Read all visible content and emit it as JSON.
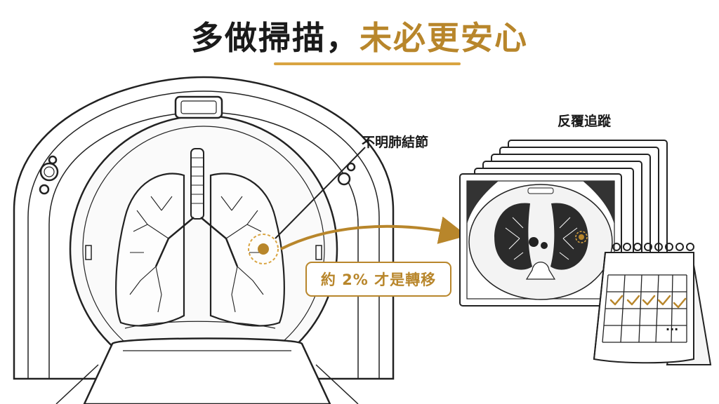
{
  "title": {
    "part1": "多做掃描，",
    "part2": "未必更安心"
  },
  "labels": {
    "nodule": "不明肺結節",
    "metastasis": "約 2% 才是轉移",
    "followup": "反覆追蹤"
  },
  "colors": {
    "accent": "#b8862b",
    "accent_light": "#d9a441",
    "ink": "#1a1a1a"
  },
  "calendar": {
    "checked_cells": 5,
    "ellipsis": "..."
  }
}
